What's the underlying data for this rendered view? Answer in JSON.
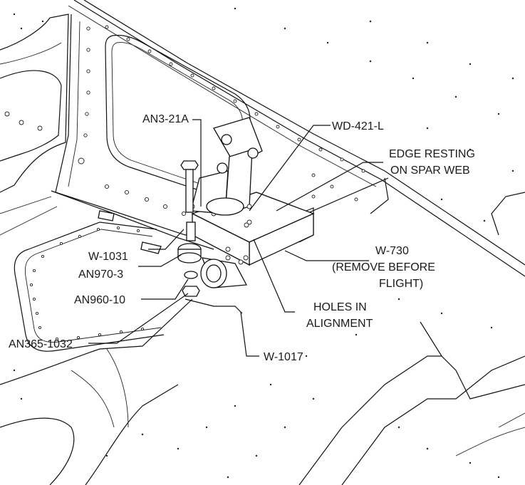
{
  "callouts": {
    "an3_21a": "AN3-21A",
    "wd_421_l": "WD-421-L",
    "edge_line1": "EDGE RESTING",
    "edge_line2": "ON SPAR WEB",
    "w_730_line1": "W-730",
    "w_730_line2": "(REMOVE BEFORE",
    "w_730_line3": "FLIGHT)",
    "w_1031": "W-1031",
    "an970_3": "AN970-3",
    "an960_10": "AN960-10",
    "holes_line1": "HOLES IN",
    "holes_line2": "ALIGNMENT",
    "an365_1032": "AN365-1032",
    "w_1017": "W-1017"
  },
  "colors": {
    "ink": "#111111",
    "paper": "#ffffff"
  }
}
